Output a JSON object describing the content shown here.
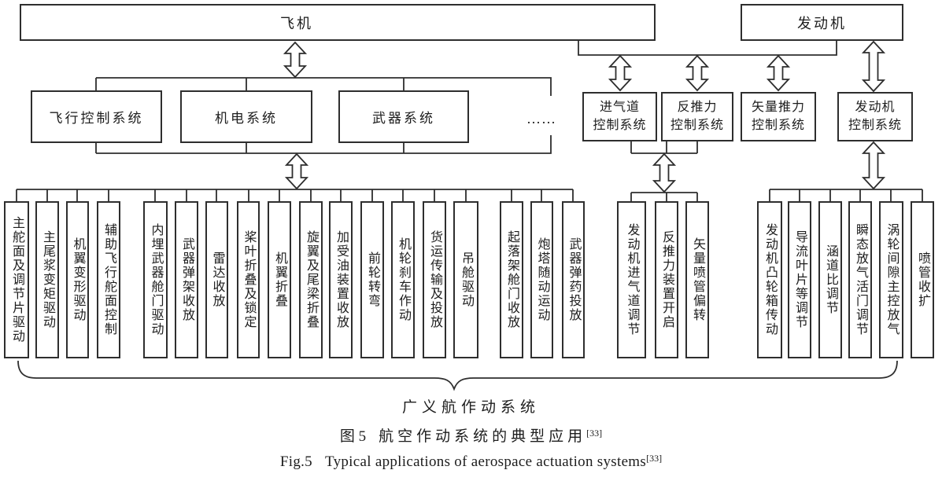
{
  "colors": {
    "line": "#2e2e2e",
    "text": "#1d1d1d",
    "background": "#ffffff"
  },
  "top": {
    "aircraft": "飞机",
    "engine": "发动机"
  },
  "aircraft_subsystems": {
    "items": [
      "飞行控制系统",
      "机电系统",
      "武器系统"
    ],
    "more": "……"
  },
  "engine_subsystems": [
    "进气道\n控制系统",
    "反推力\n控制系统",
    "矢量推力\n控制系统",
    "发动机\n控制系统"
  ],
  "actuation": {
    "aircraft_group": [
      "主舵面及调节片驱动",
      "主尾浆变矩驱动",
      "机翼变形驱动",
      "辅助飞行舵面控制",
      "内埋武器舱门驱动",
      "武器弹架收放",
      "雷达收放",
      "桨叶折叠及锁定",
      "机翼折叠",
      "旋翼及尾梁折叠",
      "加受油装置收放",
      "前轮转弯",
      "机轮刹车作动",
      "货运传输及投放",
      "吊舱驱动",
      "起落架舱门收放",
      "炮塔随动运动",
      "武器弹药投放"
    ],
    "inlet_thrust_group": [
      "发动机进气道调节",
      "反推力装置开启",
      "矢量喷管偏转"
    ],
    "engine_group": [
      "发动机凸轮箱传动",
      "导流叶片等调节",
      "涵道比调节",
      "瞬态放气活门调节",
      "涡轮间隙主控放气",
      "喷管收扩"
    ]
  },
  "footer": {
    "brace_label": "广义航作动系统",
    "caption_zh": {
      "fig": "图 5",
      "title": "航空作动系统的典型应用",
      "ref": "[33]"
    },
    "caption_en": {
      "fig": "Fig.5",
      "title": "Typical applications of aerospace actuation systems",
      "ref": "[33]"
    }
  }
}
